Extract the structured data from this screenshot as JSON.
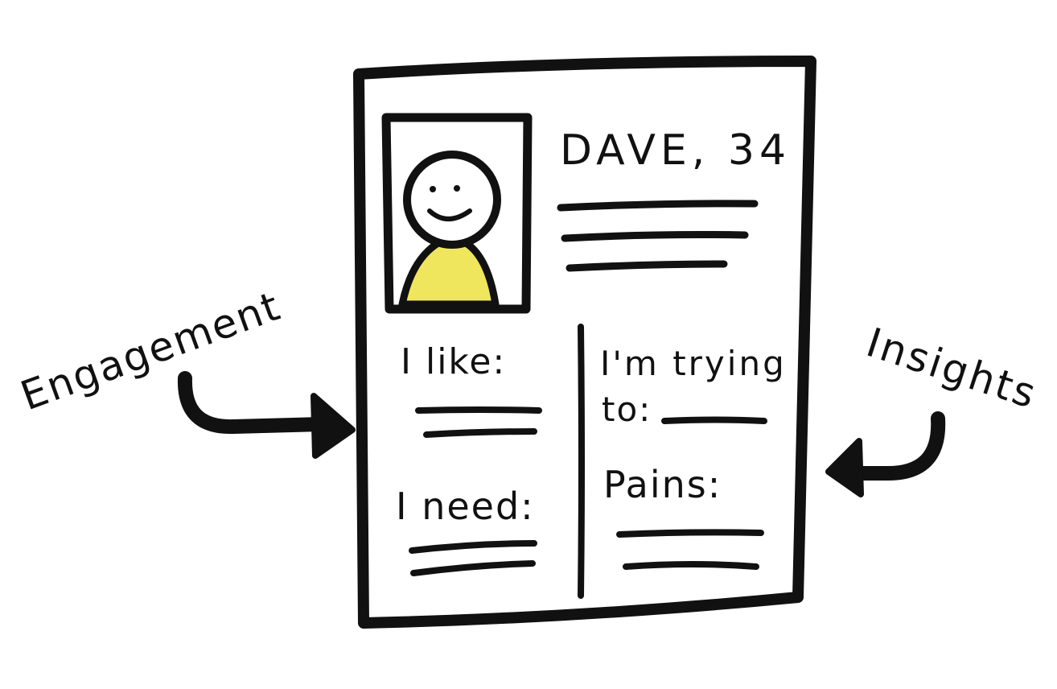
{
  "persona": {
    "name": "DAVE, 34",
    "likes_label": "I like:",
    "needs_label": "I need:",
    "trying_label_line1": "I'm trying",
    "trying_label_line2": "to:",
    "pains_label": "Pains:"
  },
  "side_labels": {
    "left": "Engagement",
    "right": "Insights"
  },
  "colors": {
    "ink": "#111111",
    "body_fill": "#F0E65E",
    "face_fill": "#FFFFFF",
    "paper": "#FFFFFF"
  },
  "icons": {
    "portrait": "smiley-person-icon",
    "left_arrow": "curved-arrow-right-icon",
    "right_arrow": "curved-arrow-left-icon"
  }
}
